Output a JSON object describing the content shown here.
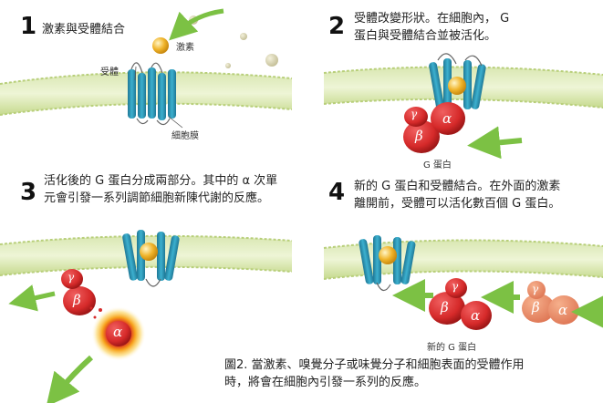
{
  "steps": [
    {
      "number": "1",
      "line1": "激素與受體結合",
      "line2": ""
    },
    {
      "number": "2",
      "line1": "受體改變形狀。在細胞內， G",
      "line2": "蛋白與受體結合並被活化。"
    },
    {
      "number": "3",
      "line1": "活化後的 G 蛋白分成兩部分。其中的 α 次單",
      "line2": "元會引發一系列調節細胞新陳代謝的反應。"
    },
    {
      "number": "4",
      "line1": "新的 G 蛋白和受體結合。在外面的激素",
      "line2": "離開前，受體可以活化數百個 G 蛋白。"
    }
  ],
  "labels": {
    "hormone": "激素",
    "receptor": "受體",
    "membrane": "細胞膜",
    "g_protein": "G 蛋白",
    "new_g_protein": "新的 G 蛋白"
  },
  "subunits": {
    "alpha": "α",
    "beta": "β",
    "gamma": "γ"
  },
  "caption": {
    "line1": "圖2. 當激素、嗅覺分子或味覺分子和細胞表面的受體作用",
    "line2": "時，將會在細胞內引發一系列的反應。"
  },
  "colors": {
    "membrane": "#c3d78a",
    "receptor": "#2a8fae",
    "hormone": "#f0b42a",
    "subunit_red": "#d62a2a",
    "subunit_faded": "#e8876a",
    "arrow": "#7cc144"
  }
}
